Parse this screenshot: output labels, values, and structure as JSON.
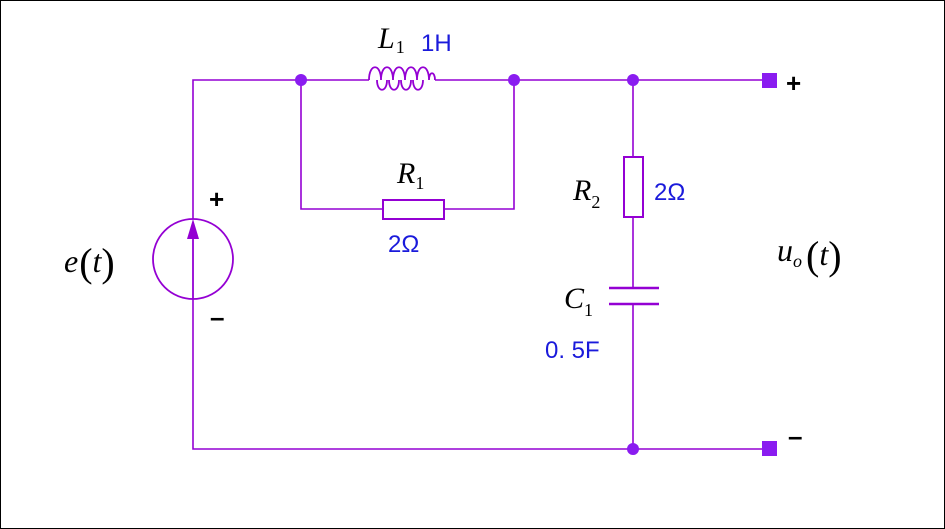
{
  "colors": {
    "wire": "#9400d3",
    "node": "#8a1cf0",
    "value_text": "#1a1adb",
    "label_text": "#000000"
  },
  "components": {
    "L1": {
      "symbol": "L",
      "index": "1",
      "value": "1H"
    },
    "R1": {
      "symbol": "R",
      "index": "1",
      "value": "2Ω"
    },
    "R2": {
      "symbol": "R",
      "index": "2",
      "value": "2Ω"
    },
    "C1": {
      "symbol": "C",
      "index": "1",
      "value": "0. 5F"
    }
  },
  "source": {
    "func": "e",
    "open": "(",
    "var": "t",
    "close": ")",
    "plus": "+",
    "minus": "–"
  },
  "output": {
    "func": "u",
    "sub": "o",
    "open": "(",
    "var": "t",
    "close": ")",
    "plus": "+",
    "minus": "–"
  }
}
